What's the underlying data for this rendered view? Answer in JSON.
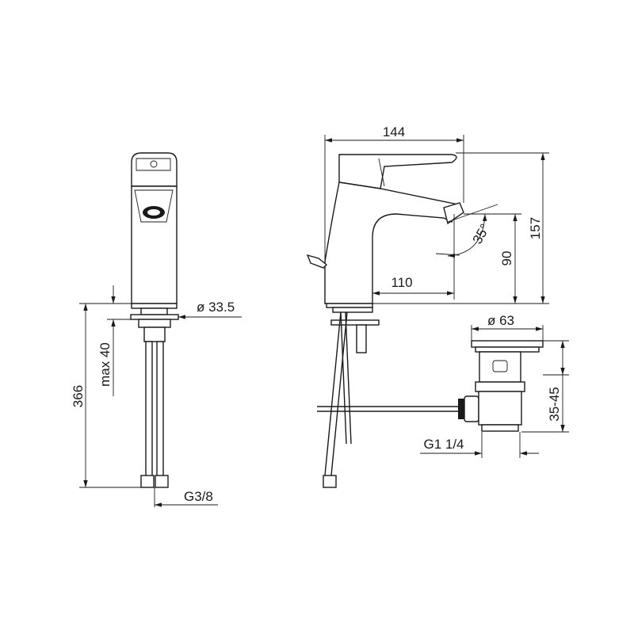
{
  "dimensions": {
    "width_total": "144",
    "height_total": "157",
    "spout_height": "90",
    "spout_reach": "110",
    "lever_angle": "35°",
    "base_diameter": "ø 33.5",
    "hose_length": "366",
    "max_thickness": "max 40",
    "hose_thread": "G3/8",
    "drain_diameter": "ø 63",
    "drain_range": "35-45",
    "drain_thread": "G1 1/4"
  }
}
